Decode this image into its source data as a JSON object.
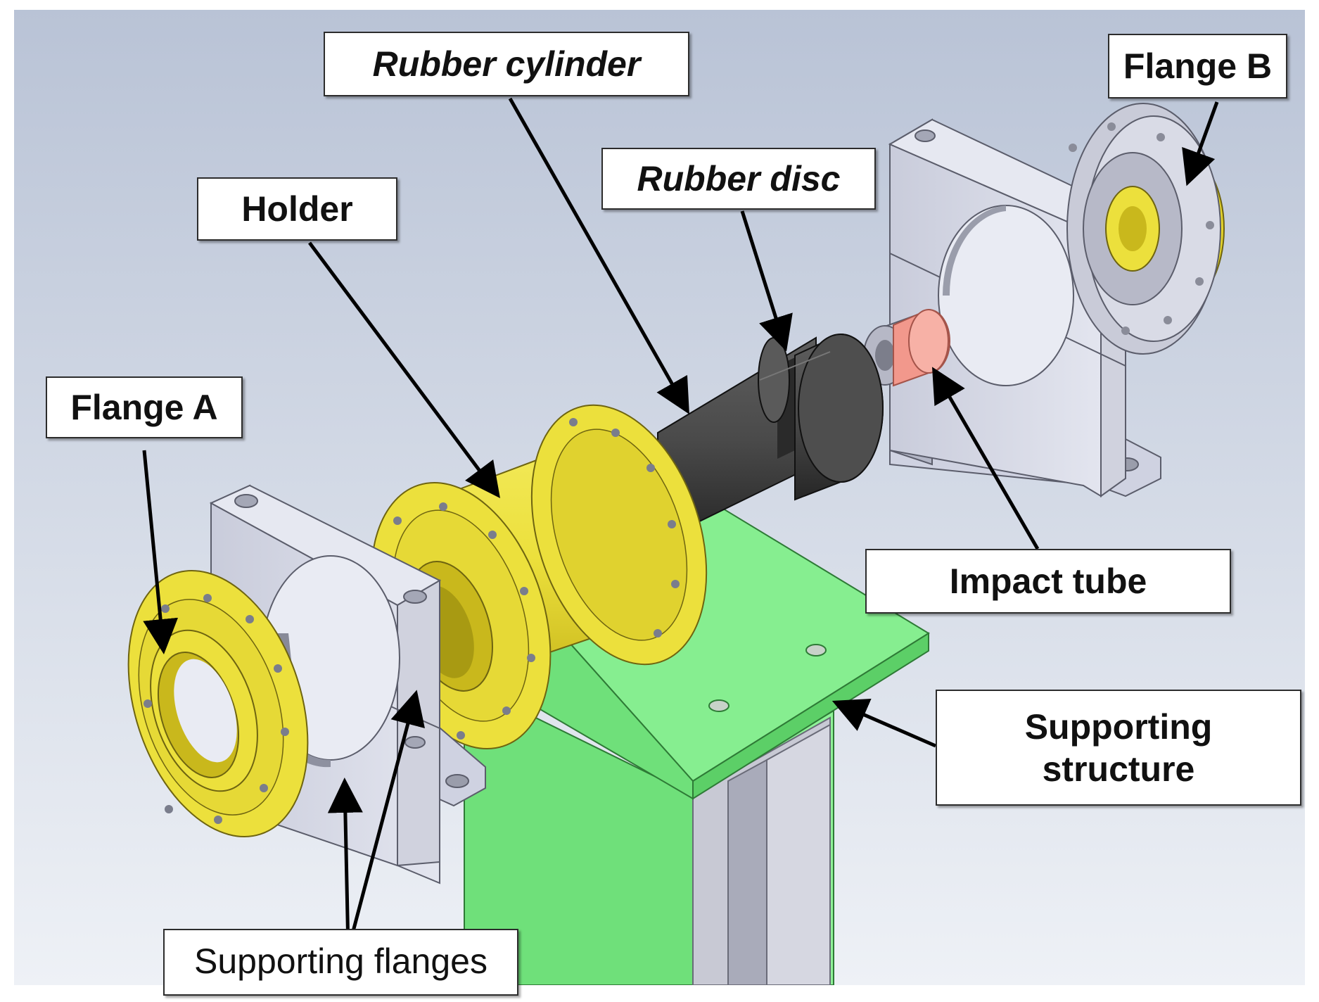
{
  "figure": {
    "background_top": "#b9c3d6",
    "background_bottom": "#eef1f6",
    "colors": {
      "yellow": "#ece03c",
      "yellow_dark": "#c9b81c",
      "grey_part": "#d8dbe8",
      "grey_part_dark": "#a8abb9",
      "green_support": "#7ceb86",
      "green_dark": "#4fc95c",
      "rubber": "#4a4a4a",
      "rubber_dark": "#2c2c2c",
      "impact_tube": "#f2988c"
    }
  },
  "labels": {
    "flange_a": "Flange A",
    "flange_b": "Flange B",
    "holder": "Holder",
    "rubber_cylinder": "Rubber cylinder",
    "rubber_disc": "Rubber disc",
    "impact_tube": "Impact tube",
    "supporting_structure_line1": "Supporting",
    "supporting_structure_line2": "structure",
    "supporting_flanges": "Supporting flanges"
  }
}
